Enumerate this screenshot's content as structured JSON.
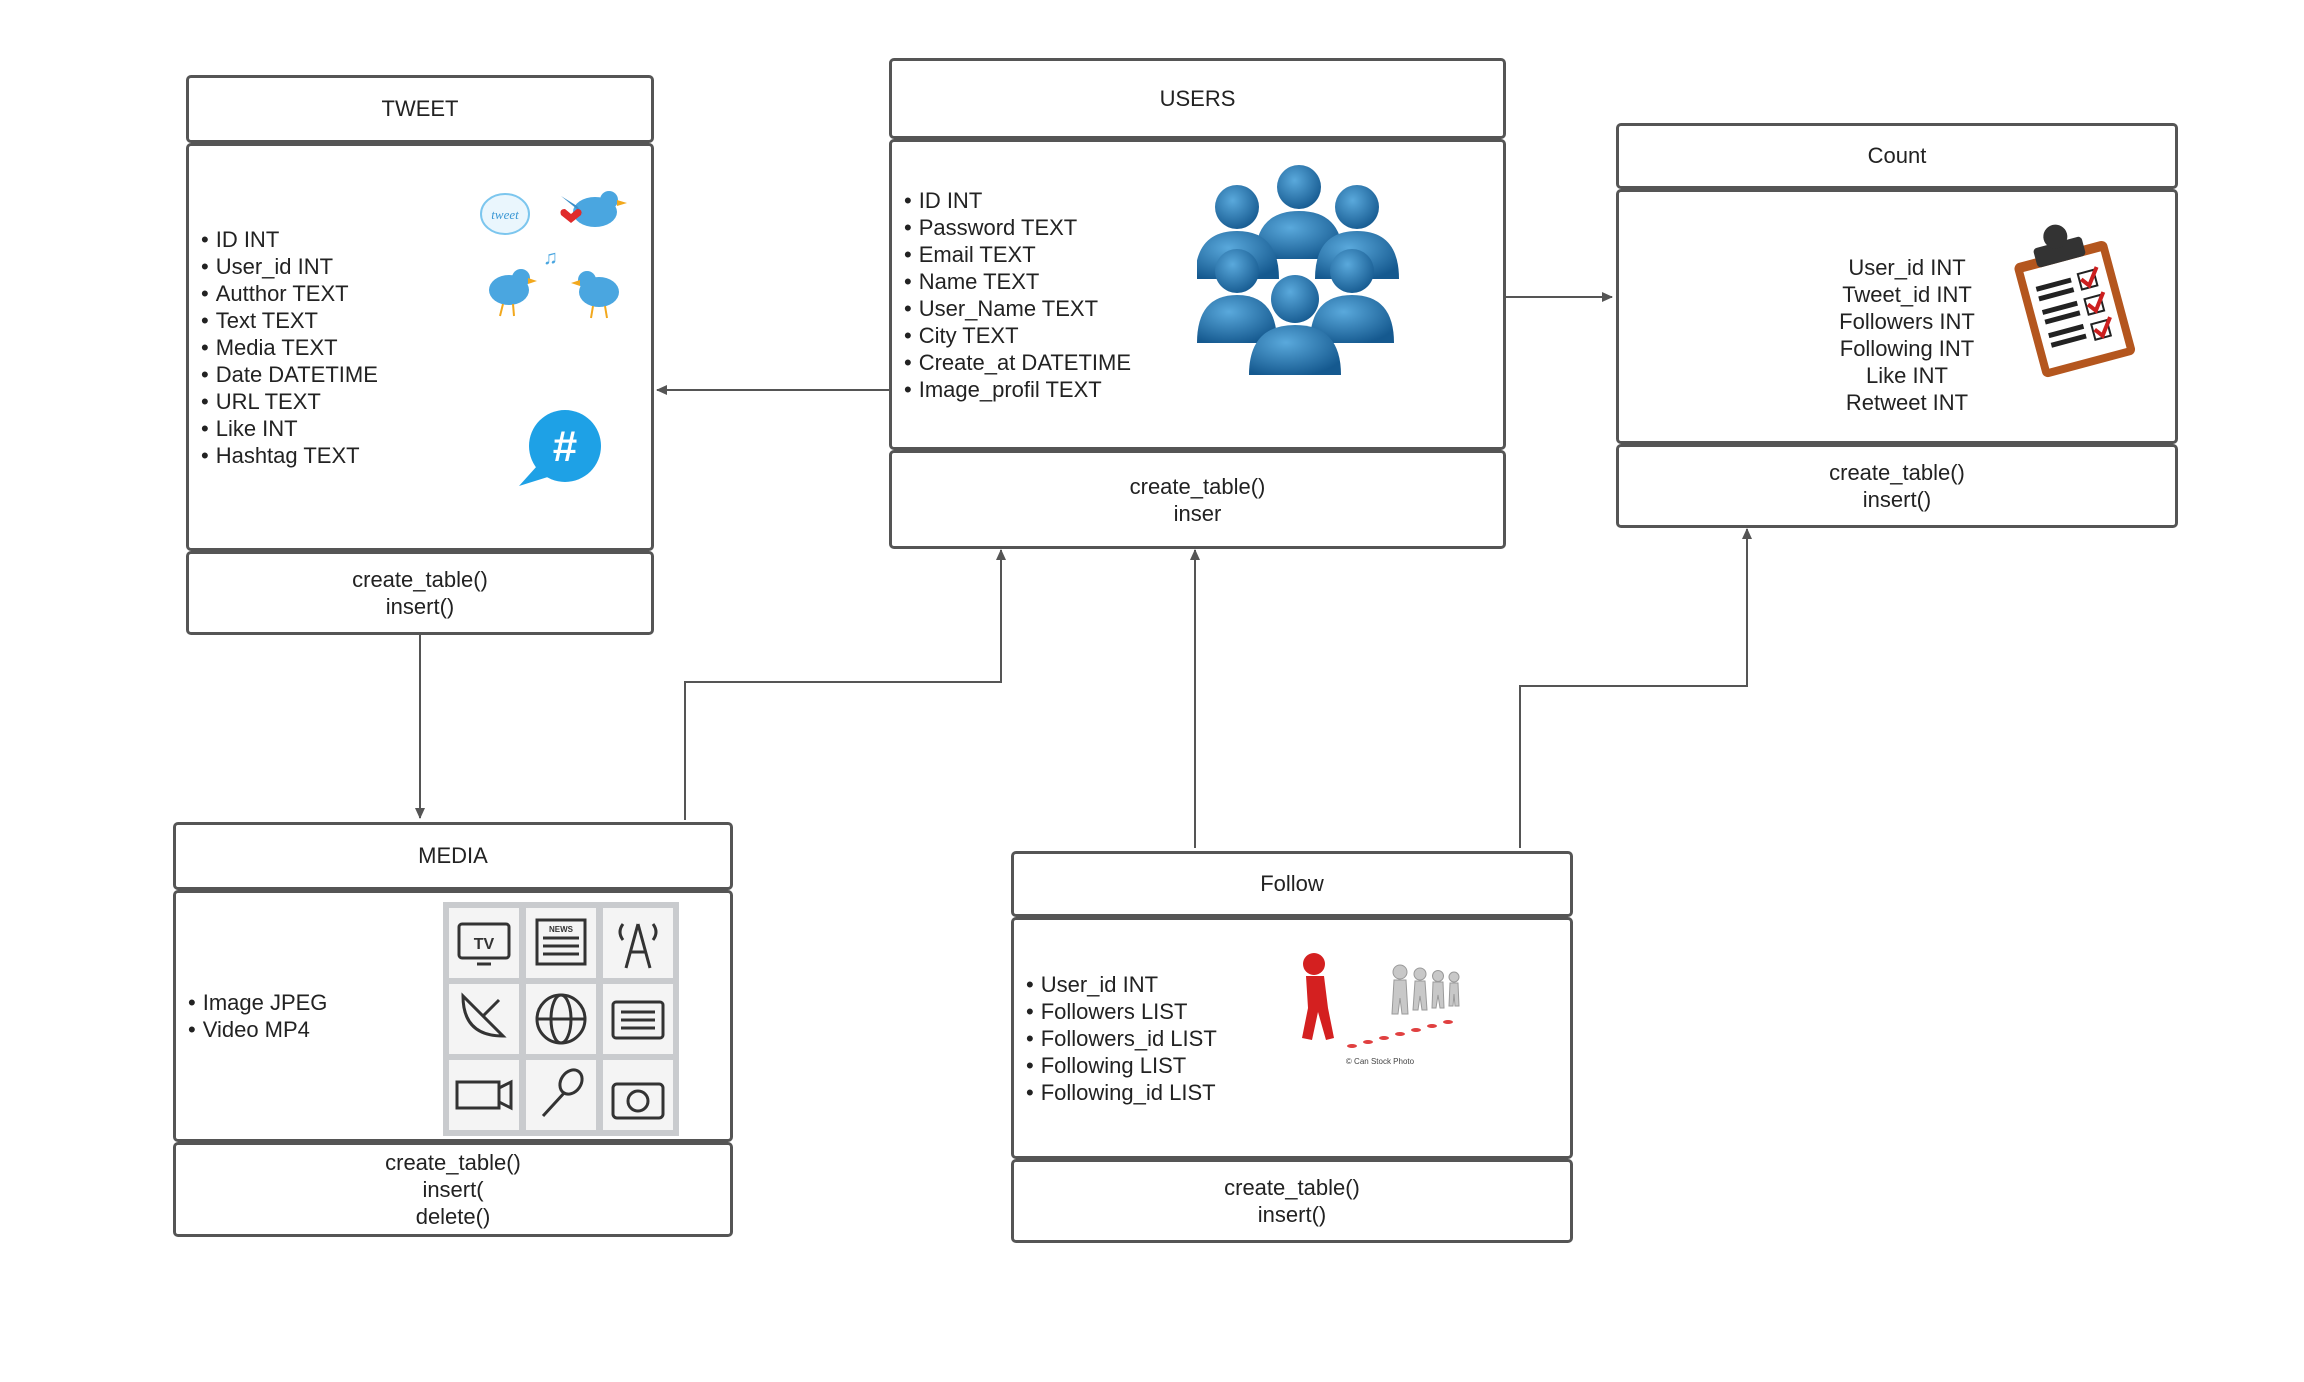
{
  "tweet": {
    "title": "TWEET",
    "fields": [
      "ID INT",
      "User_id INT",
      "Autthor TEXT",
      "Text TEXT",
      "Media  TEXT",
      "Date DATETIME",
      "URL TEXT",
      "Like INT",
      "Hashtag  TEXT"
    ],
    "methods": [
      "create_table()",
      "insert()"
    ],
    "bubble_text": "tweet",
    "hash_symbol": "#"
  },
  "users": {
    "title": "USERS",
    "fields": [
      "ID INT",
      "Password TEXT",
      "Email TEXT",
      "Name TEXT",
      "User_Name TEXT",
      "City TEXT",
      "Create_at DATETIME",
      "Image_profil TEXT"
    ],
    "methods": [
      "create_table()",
      "inser"
    ]
  },
  "count": {
    "title": "Count",
    "fields": [
      "User_id INT",
      "Tweet_id INT",
      "Followers INT",
      "Following INT",
      "Like INT",
      "Retweet INT"
    ],
    "methods": [
      "create_table()",
      "insert()"
    ]
  },
  "media": {
    "title": "MEDIA",
    "fields": [
      "Image JPEG",
      "Video MP4"
    ],
    "methods": [
      "create_table()",
      "insert(",
      "delete()"
    ],
    "tile_tv_label": "TV",
    "tile_news_label": "NEWS"
  },
  "follow": {
    "title": "Follow",
    "fields": [
      "User_id INT",
      "Followers  LIST",
      "Followers_id  LIST",
      "Following LIST",
      "Following_id LIST"
    ],
    "methods": [
      "create_table()",
      "insert()"
    ],
    "image_credit": "© Can Stock Photo"
  },
  "colors": {
    "border": "#555555",
    "connector": "#555555",
    "users_icon": "#1f6fa8",
    "twitter_bird": "#4aa6e0",
    "hashtag_bubble": "#1ea1e6",
    "clipboard": "#b4561e",
    "check": "#cc1f1f",
    "leader_figure": "#d42020"
  },
  "icons": [
    "tweet-birds-illustration",
    "hashtag-bubble-icon",
    "user-group-icon",
    "clipboard-checklist-icon",
    "media-grid-icons",
    "follow-leader-illustration"
  ]
}
